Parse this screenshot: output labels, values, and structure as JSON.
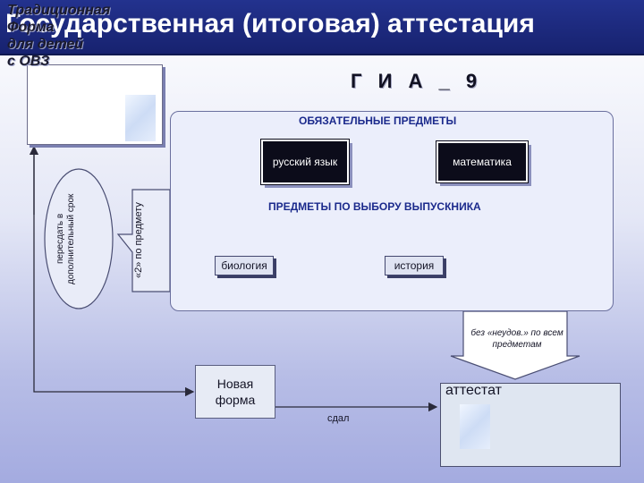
{
  "title": "Государственная (итоговая) аттестация",
  "traditional_form": {
    "label": "Традиционная\nФорма\nдля детей\nс ОВЗ"
  },
  "gia": {
    "label": "Г И А _ 9"
  },
  "main_panel": {
    "mandatory_header": "ОБЯЗАТЕЛЬНЫЕ ПРЕДМЕТЫ",
    "mandatory_subjects": [
      "русский язык",
      "математика"
    ],
    "elective_header": "ПРЕДМЕТЫ ПО ВЫБОРУ ВЫПУСКНИКА",
    "elective_subjects": [
      "биология",
      "история"
    ]
  },
  "grade_arrow": {
    "label": "«2» по предмету"
  },
  "retake": {
    "label": "пересдать в дополнительный срок"
  },
  "no_fails_note": "без «неудов.» по всем предметам",
  "new_form": {
    "label": "Новая форма"
  },
  "certificate": {
    "label": "аттестат"
  },
  "passed_label": "сдал",
  "colors": {
    "title_bar": "#1b2680",
    "title_text": "#ffffff",
    "dark_box": "#0c0c1a",
    "section_text": "#1b2a8c",
    "connector": "#2a2a3a"
  }
}
